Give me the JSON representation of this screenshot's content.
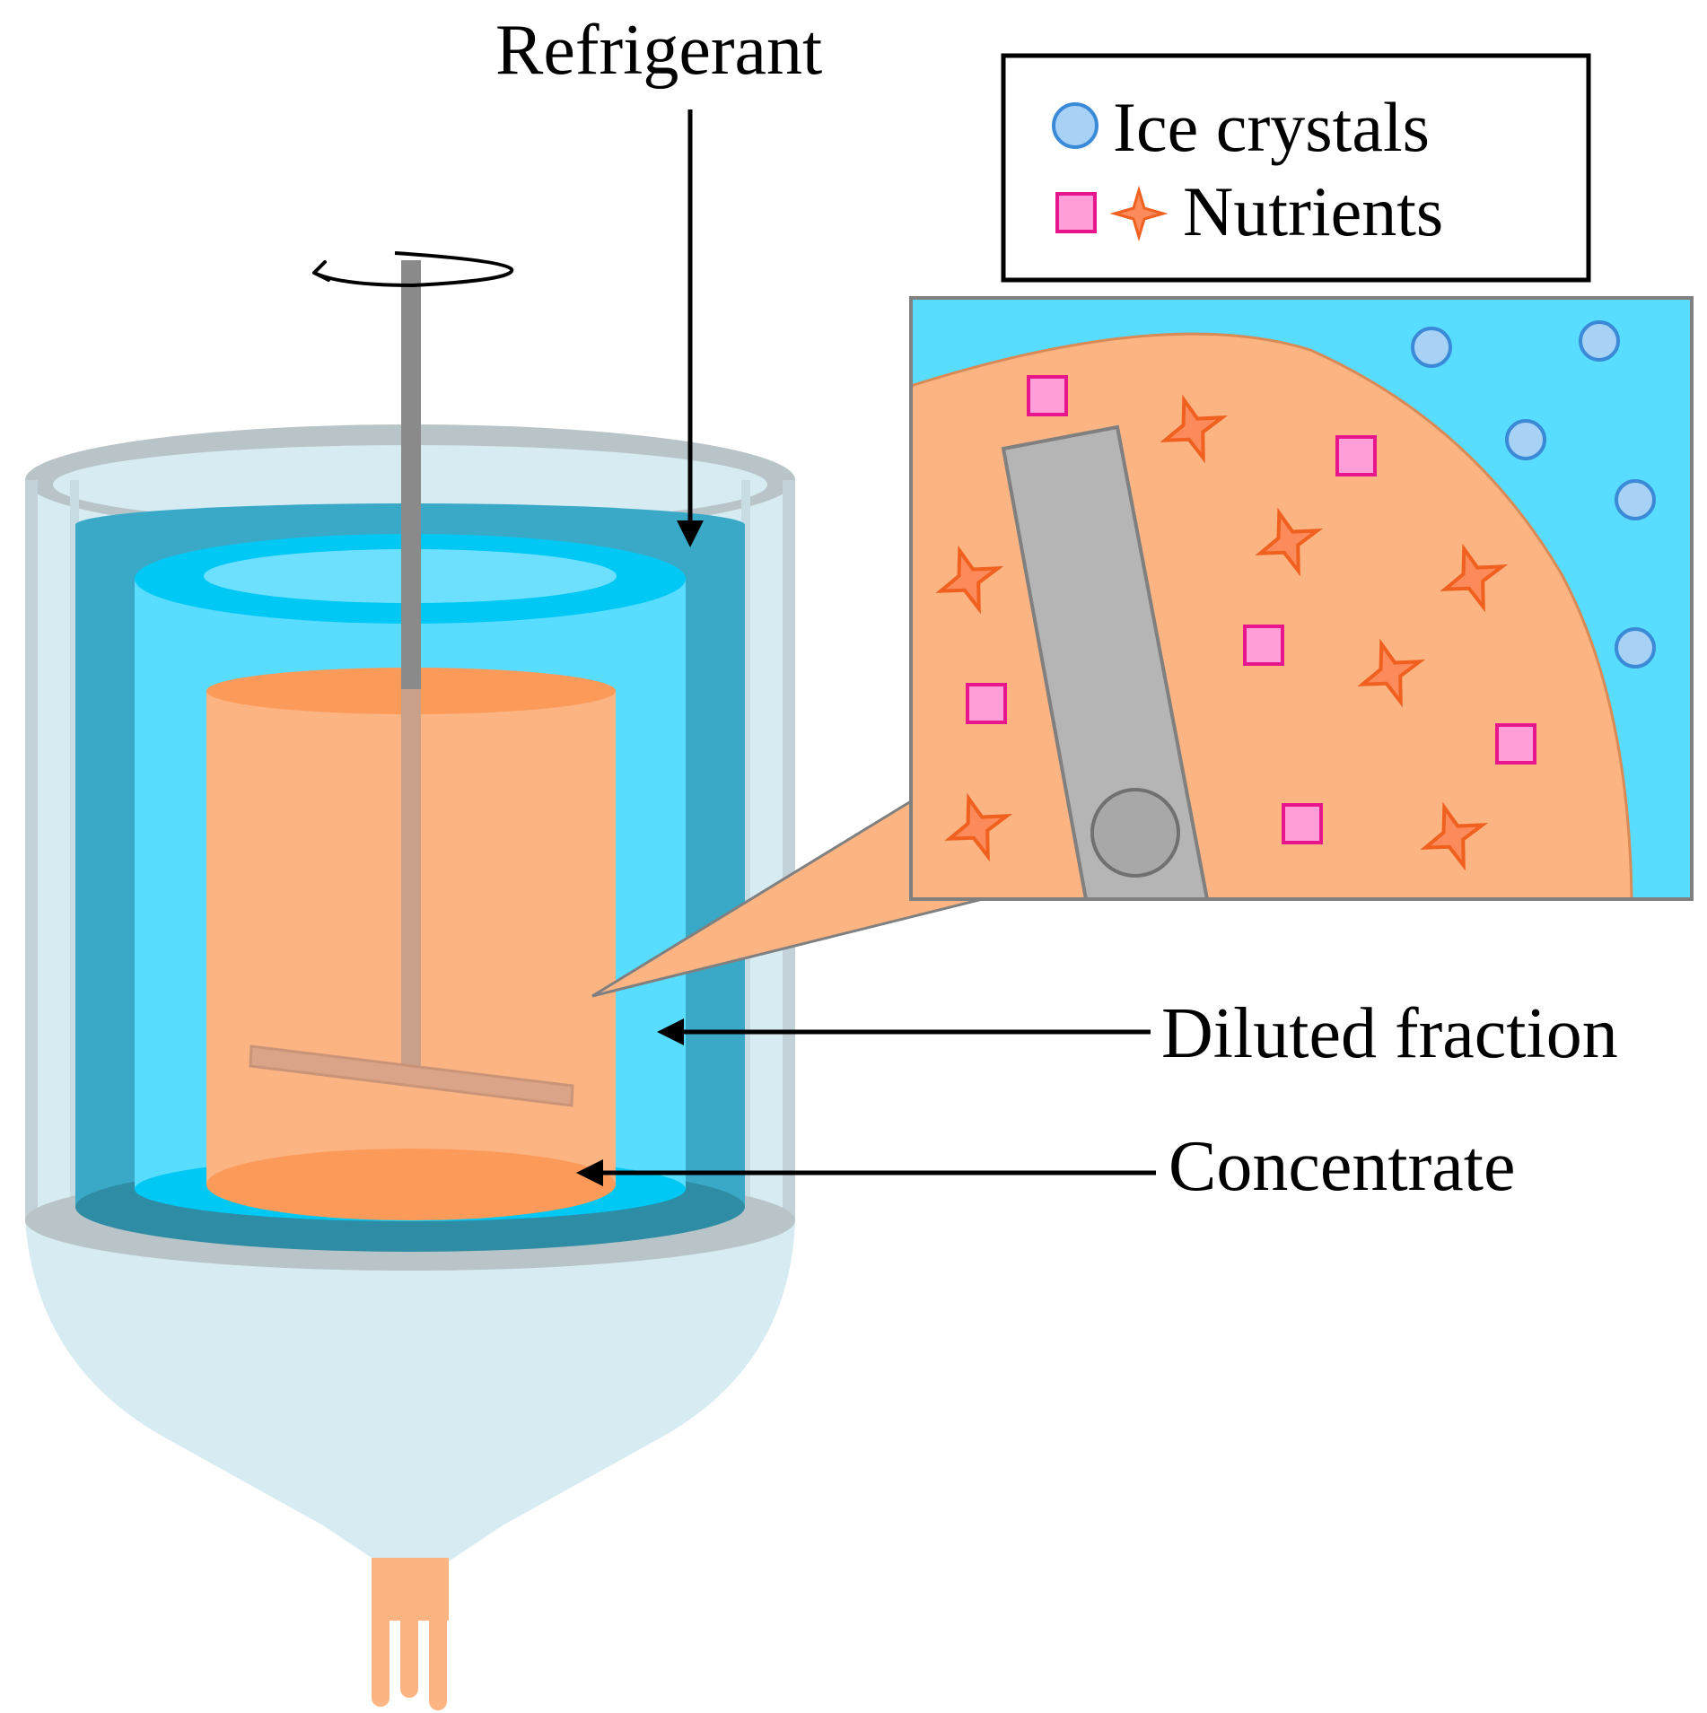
{
  "labels": {
    "refrigerant": "Refrigerant",
    "diluted_fraction": "Diluted fraction",
    "concentrate": "Concentrate"
  },
  "legend": {
    "ice_crystals": "Ice crystals",
    "nutrients": "Nutrients"
  },
  "colors": {
    "jacket_outer": "#d6ebf2",
    "jacket_rim": "#b9c4c8",
    "refrigerant": "#3aa9c7",
    "ice_layer": "#58dcff",
    "liquid": "#fcb483",
    "liquid_bottom": "#fc9a5a",
    "stirrer": "#8a8a8a",
    "nutrient_square": "#ff9ed9",
    "nutrient_square_border": "#e8168c",
    "nutrient_star": "#fc8a5a",
    "nutrient_star_border": "#f0601e",
    "ice_crystal": "#a8d2f5",
    "ice_crystal_border": "#3a8ad8",
    "zoom_background": "#58dcff"
  }
}
